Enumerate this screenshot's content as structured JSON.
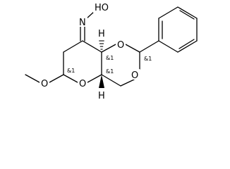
{
  "atoms": {
    "oxime_oh": "HO",
    "oxime_n": "N",
    "ring_o_dioxane_top": "O",
    "ring_o_dioxane_bottom": "O",
    "ring_o_pyran": "O",
    "methoxy_o": "O"
  },
  "stereo_labels": {
    "c_acetal": "&1",
    "c_ring_junction_top": "&1",
    "c_ring_junction_bottom": "&1",
    "c_anomeric": "&1"
  },
  "stereo_hydrogens": {
    "top_junction_h": "H",
    "bottom_junction_h": "H"
  }
}
